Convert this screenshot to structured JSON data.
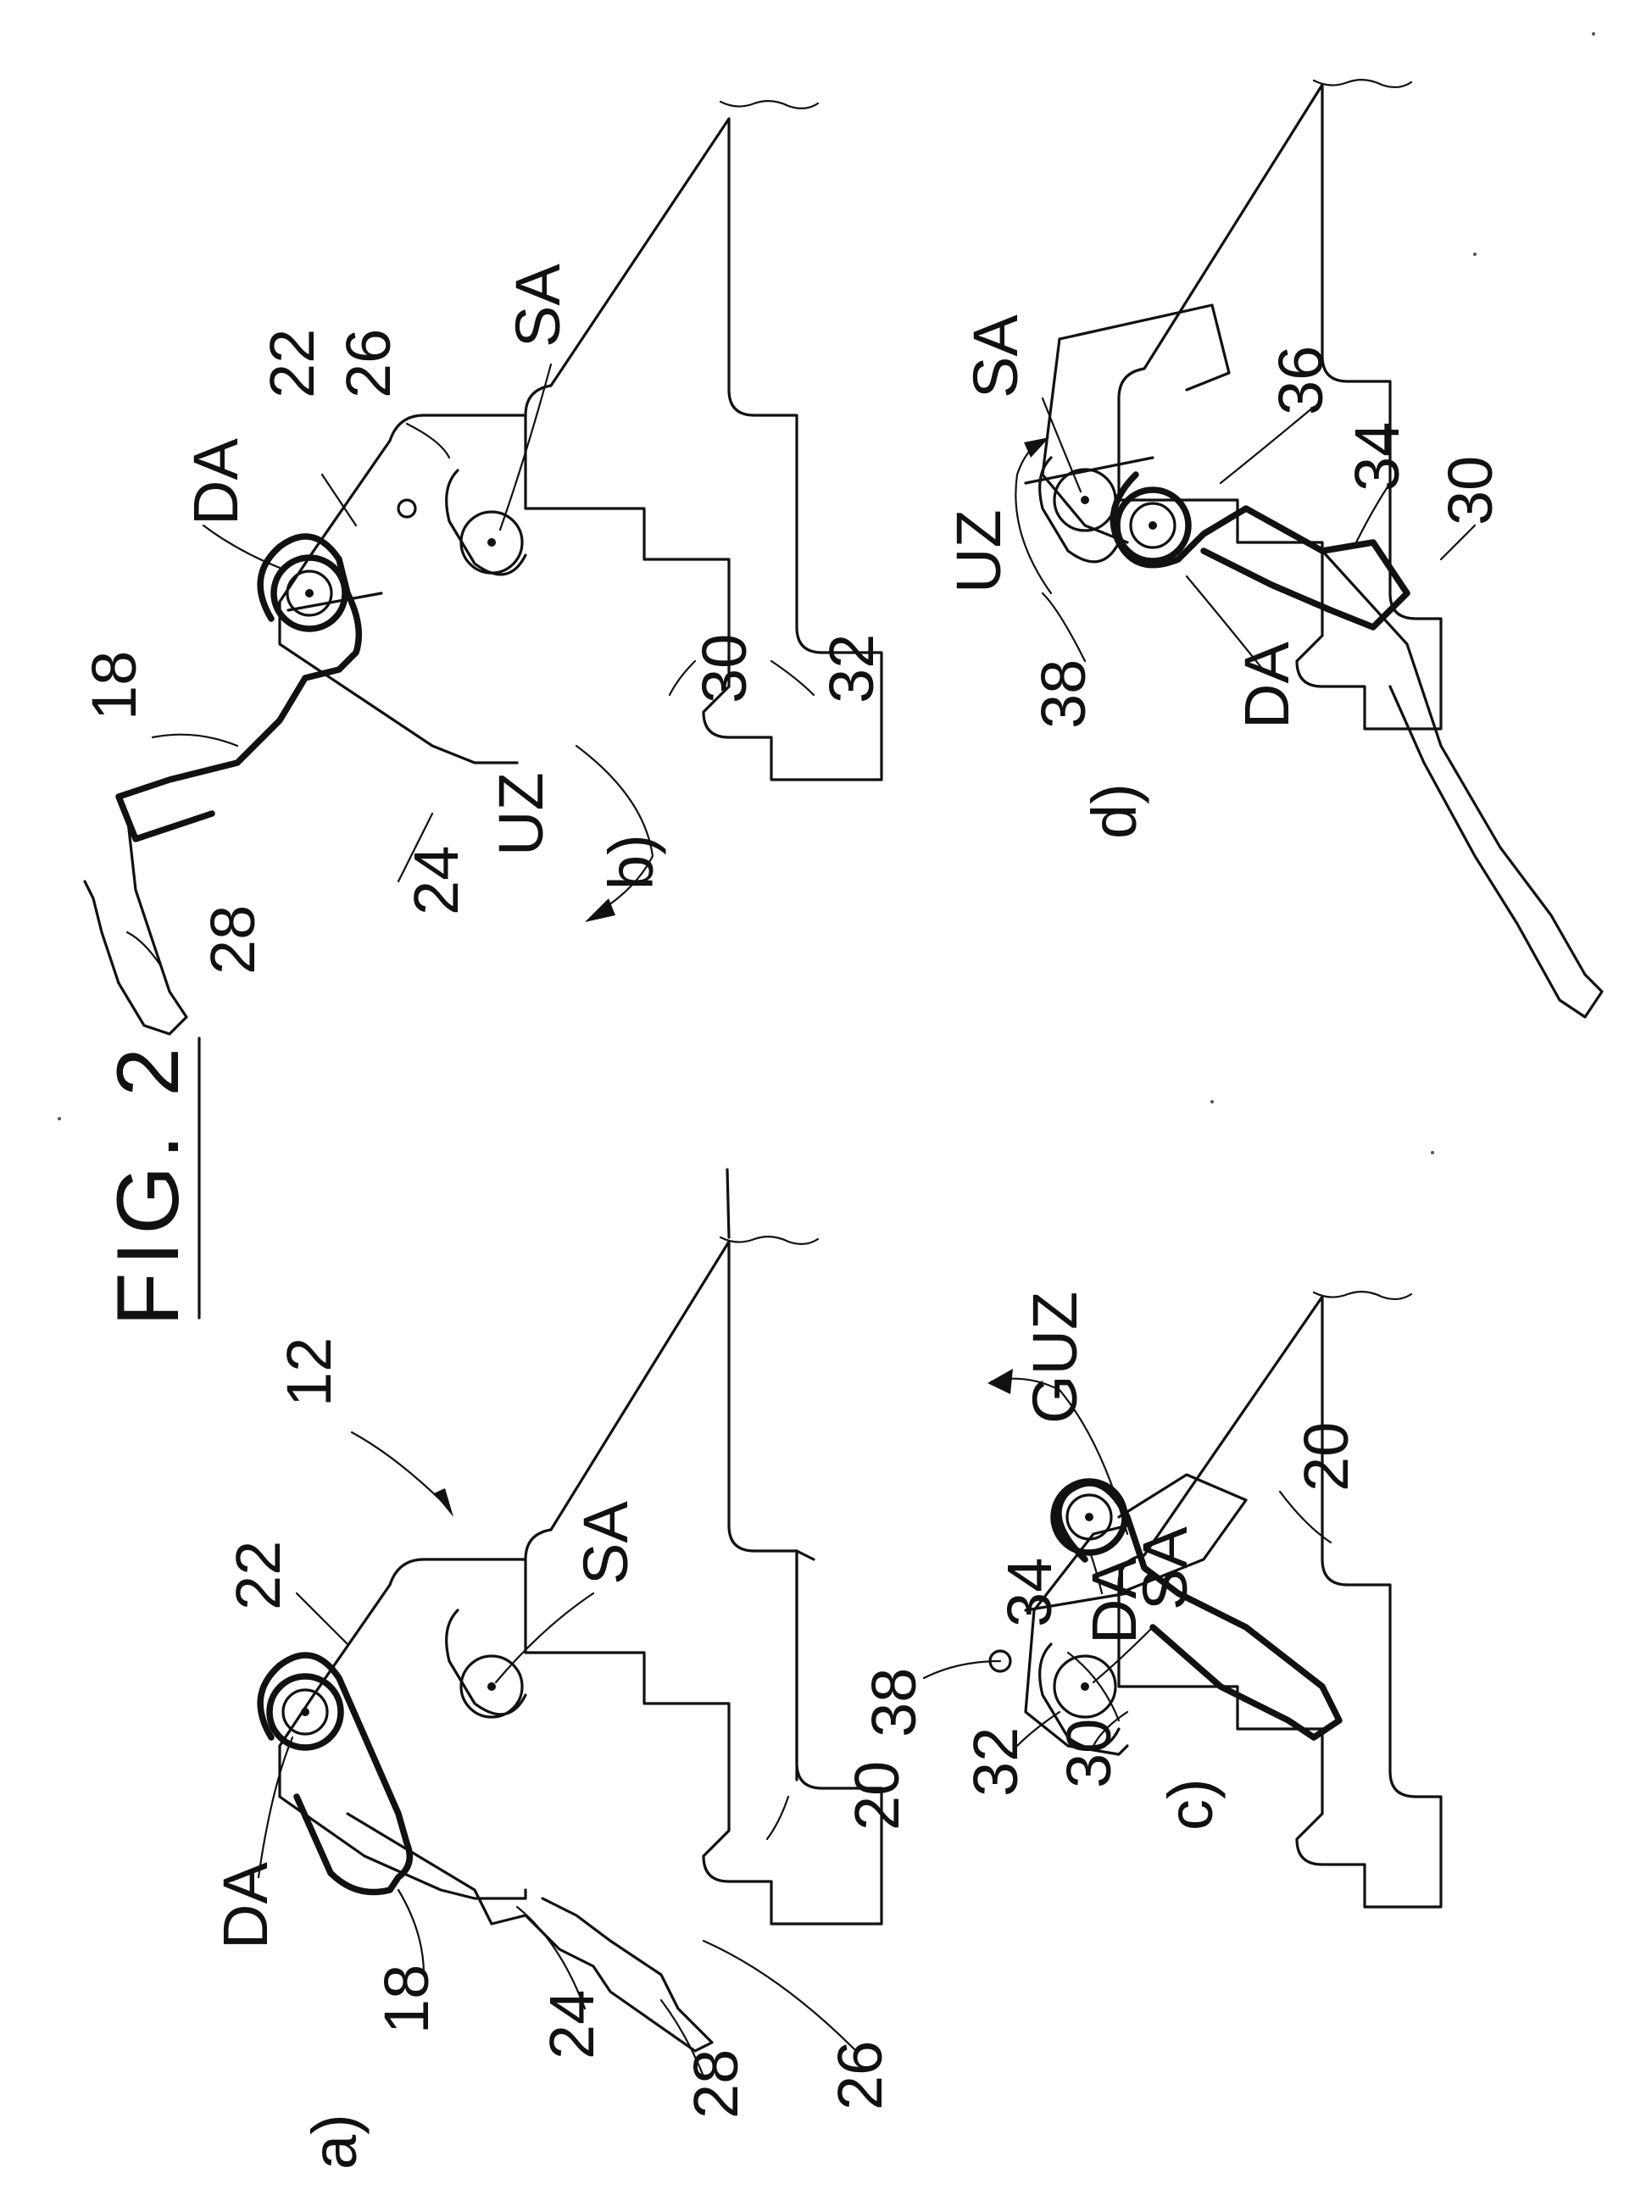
{
  "figure": {
    "title": "FIG. 2"
  },
  "panels": {
    "a": {
      "tag": "a)",
      "labels": {
        "ref_12": "12",
        "ref_22": "22",
        "ref_sa": "SA",
        "ref_20": "20",
        "ref_da": "DA",
        "ref_18": "18",
        "ref_24": "24",
        "ref_28": "28",
        "ref_26": "26"
      }
    },
    "b": {
      "tag": "b)",
      "labels": {
        "ref_18": "18",
        "ref_22": "22",
        "ref_26": "26",
        "ref_sa": "SA",
        "ref_da": "DA",
        "ref_28": "28",
        "ref_24": "24",
        "ref_uz": "UZ",
        "ref_30": "30",
        "ref_32": "32"
      }
    },
    "c": {
      "tag": "c)",
      "labels": {
        "ref_guz": "GUZ",
        "ref_20": "20",
        "ref_sa": "SA",
        "ref_38": "38",
        "ref_34": "34",
        "ref_da": "DA",
        "ref_30": "30",
        "ref_32": "32"
      }
    },
    "d": {
      "tag": "d)",
      "labels": {
        "ref_sa": "SA",
        "ref_uz": "UZ",
        "ref_36": "36",
        "ref_34": "34",
        "ref_30": "30",
        "ref_38": "38",
        "ref_da": "DA"
      }
    }
  }
}
